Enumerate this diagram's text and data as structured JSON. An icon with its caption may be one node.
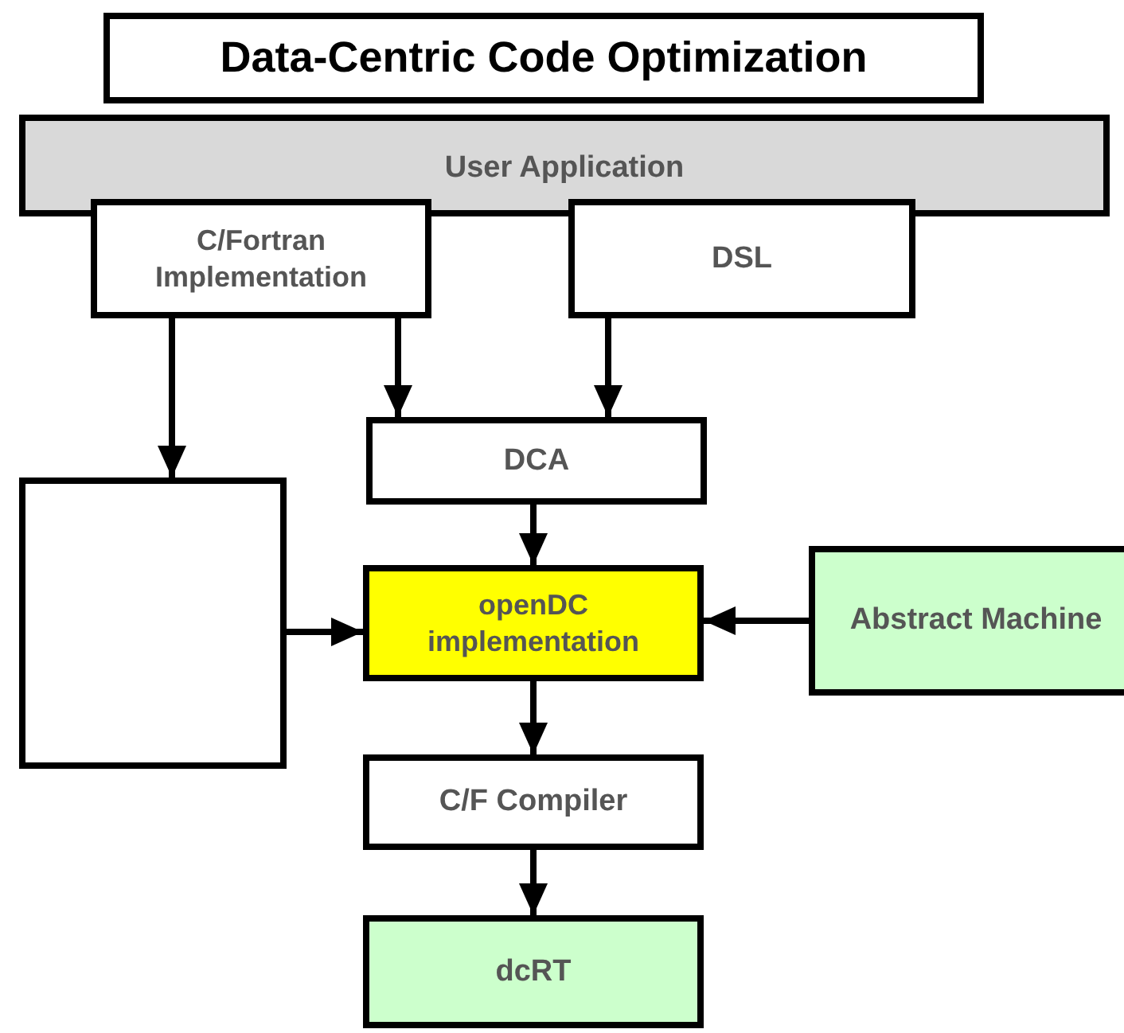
{
  "diagram": {
    "title": "Data-Centric Code Optimization",
    "nodes": [
      {
        "text": [
          "User Application"
        ]
      },
      {
        "text": [
          "C/Fortran Implementation"
        ]
      },
      {
        "text": [
          "DSL"
        ]
      },
      {
        "text": [
          "DCA"
        ]
      },
      {
        "text": [],
        "shape": "box"
      },
      {
        "text": [
          "openDC implementation"
        ]
      },
      {
        "text": [
          "Abstract Machine"
        ]
      },
      {
        "text": [
          "C/F Compiler"
        ]
      },
      {
        "text": [
          "dcRT"
        ]
      }
    ],
    "edges": [
      {
        "from": 1,
        "to": 4,
        "arrow": "to"
      },
      {
        "from": 1,
        "to": 3,
        "arrow": "to"
      },
      {
        "from": 2,
        "to": 3,
        "arrow": "to"
      },
      {
        "from": 3,
        "to": 5,
        "arrow": "to"
      },
      {
        "from": 4,
        "to": 5,
        "arrow": "to"
      },
      {
        "from": 6,
        "to": 5,
        "arrow": "to"
      },
      {
        "from": 5,
        "to": 7,
        "arrow": "to"
      },
      {
        "from": 7,
        "to": 8,
        "arrow": "to"
      }
    ]
  }
}
